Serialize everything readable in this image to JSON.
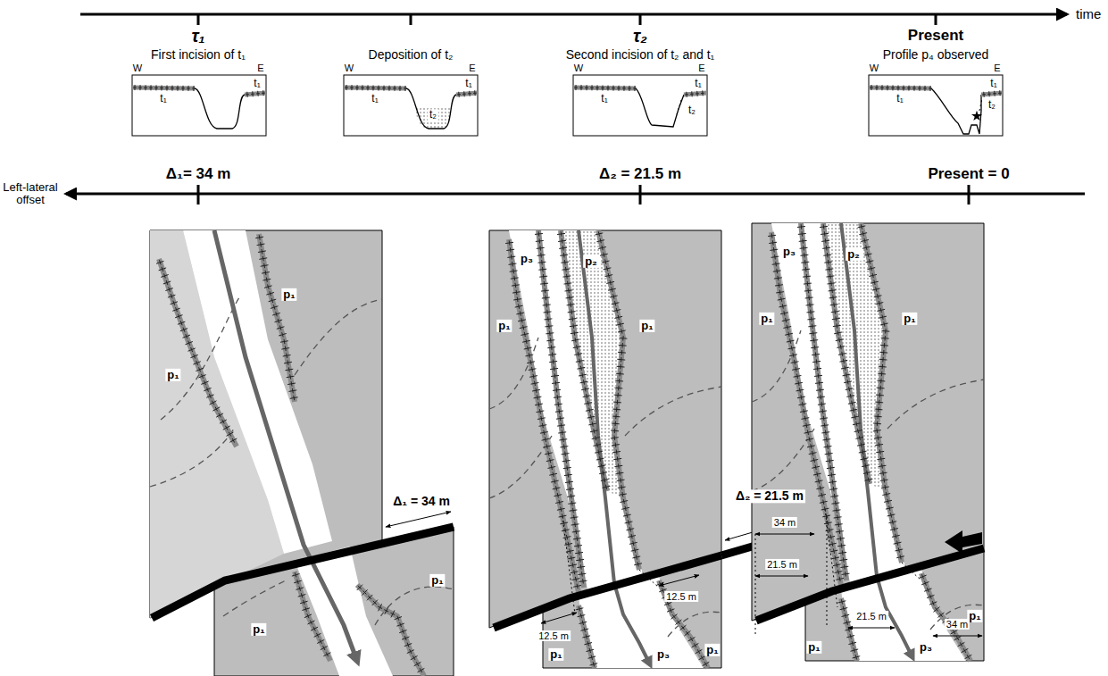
{
  "diagram": {
    "labels": [
      "time",
      "τ₁",
      "First incision of t₁",
      "Deposition of t₂",
      "τ₂",
      "Second incision of t₂ and t₁",
      "Present",
      "Profile p₄ observed",
      "W",
      "E",
      "t₁",
      "t₁",
      "W",
      "E",
      "t₁",
      "t₁",
      "t₂",
      "W",
      "E",
      "t₁",
      "t₁",
      "t₂",
      "W",
      "E",
      "t₁",
      "t₁",
      "t₂",
      "Left-lateral offset",
      "Δ₁= 34 m",
      "Δ₂ = 21.5 m",
      "Present = 0",
      "p₁",
      "p₁",
      "p₁",
      "p₁",
      "Δ₁ = 34 m",
      "p₂",
      "p₃",
      "p₁",
      "p₁",
      "12.5 m",
      "12.5 m",
      "Δ₂ = 21.5 m",
      "p₁",
      "p₁",
      "p₃",
      "p₂",
      "p₃",
      "p₁",
      "p₁",
      "34 m",
      "21.5 m",
      "21.5 m",
      "34 m",
      "p₁",
      "p₁",
      "p₃"
    ]
  }
}
